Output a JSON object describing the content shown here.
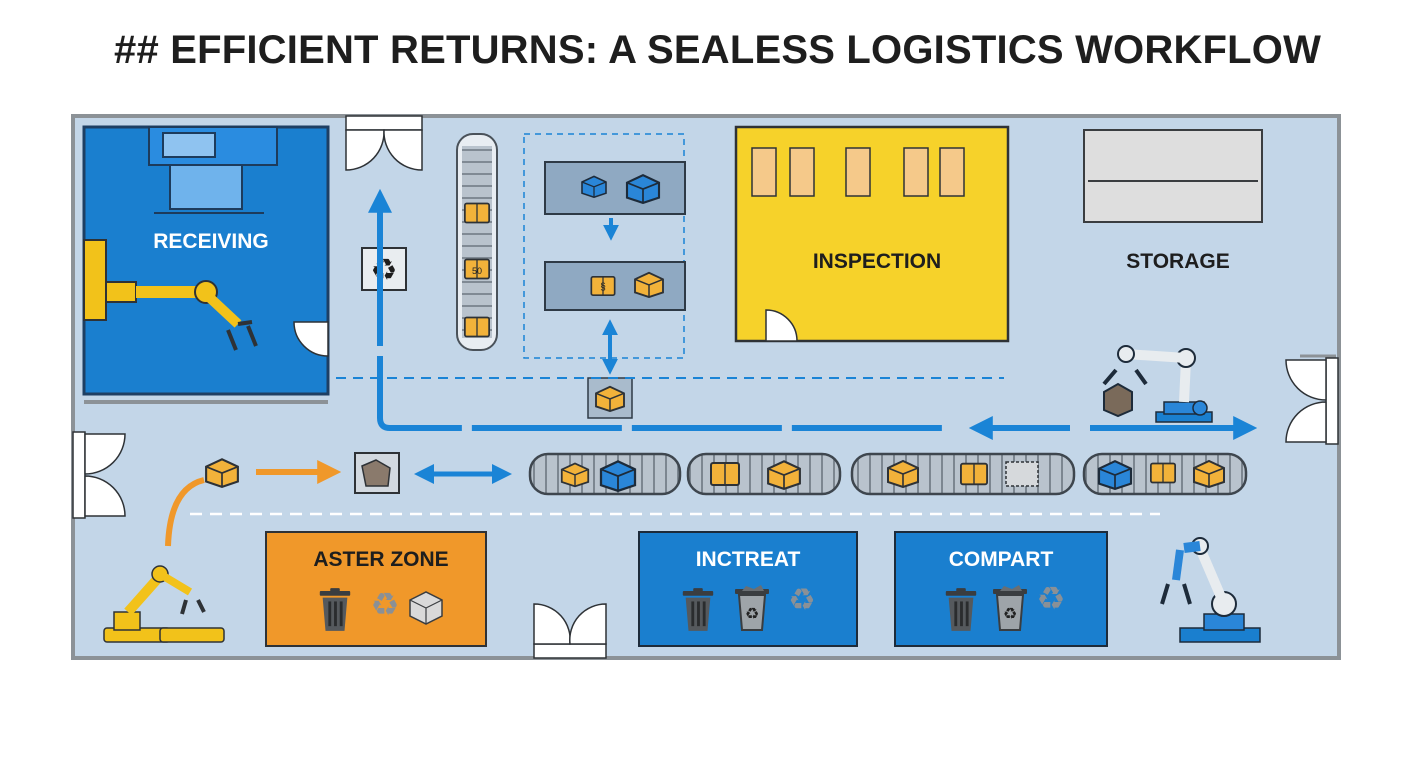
{
  "title": "## EFFICIENT RETURNS: A SEALESS LOGISTICS WORKFLOW",
  "zones": {
    "receiving": "RECEIVING",
    "inspection": "INSPECTION",
    "storage": "STORAGE",
    "aster_zone": "ASTER ZONE",
    "intreat": "INCTREAT",
    "compart": "COMPART"
  },
  "box_labels": {
    "fifty": "50",
    "seal": "§"
  },
  "icons": {
    "recycle": "recycle-icon",
    "trash": "trash-bin-icon",
    "robot_arm": "robot-arm-icon",
    "door": "door-icon",
    "conveyor": "conveyor-belt-icon",
    "package": "package-icon"
  },
  "colors": {
    "floor": "#c3d6e8",
    "wall": "#8c9297",
    "blue": "#1a7fcf",
    "yellow": "#f6d22a",
    "orange": "#f0982a",
    "box_orange": "#f2b23a",
    "belt_gray": "#a8b4c0",
    "flow_blue": "#1a84d6",
    "flow_orange": "#f0982a"
  }
}
